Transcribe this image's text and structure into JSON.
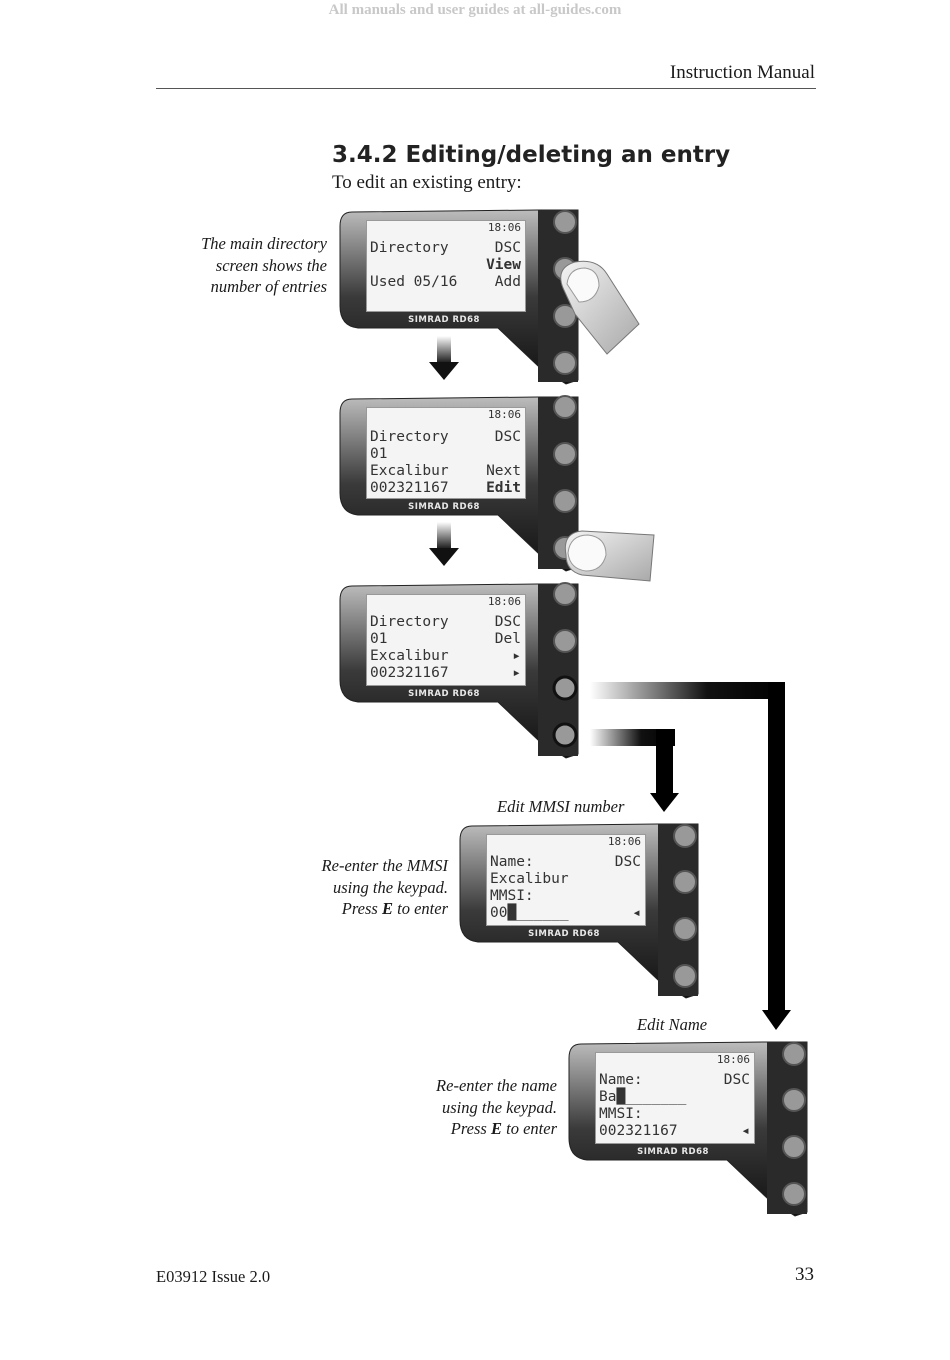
{
  "watermark": "All manuals and user guides at all-guides.com",
  "header": {
    "title": "Instruction Manual"
  },
  "section": {
    "heading": "3.4.2  Editing/deleting an entry",
    "intro": "To edit an existing entry:"
  },
  "captions": {
    "main_directory": [
      "The main directory",
      "screen shows the",
      "number of entries"
    ],
    "mmsi_label": "Edit MMSI number",
    "mmsi_caption": [
      "Re-enter the MMSI",
      "using the keypad."
    ],
    "mmsi_press": {
      "pre": "Press ",
      "key": "E",
      "post": " to enter"
    },
    "name_label": "Edit Name",
    "name_caption": [
      "Re-enter the name",
      "using the keypad."
    ],
    "name_press": {
      "pre": "Press ",
      "key": "E",
      "post": " to enter"
    }
  },
  "brand": "SIMRAD RD68",
  "screens": {
    "s1": {
      "time": "18:06",
      "rows": [
        {
          "l": "Directory",
          "r": "DSC"
        },
        {
          "l": "",
          "r": "View",
          "bold": true
        },
        {
          "l": "Used 05/16",
          "r": "Add"
        },
        {
          "l": "",
          "r": ""
        }
      ]
    },
    "s2": {
      "time": "18:06",
      "rows": [
        {
          "l": "Directory",
          "r": "DSC"
        },
        {
          "l": "01",
          "r": ""
        },
        {
          "l": "Excalibur",
          "r": "Next"
        },
        {
          "l": "002321167",
          "r": "Edit",
          "bold": true
        }
      ]
    },
    "s3": {
      "time": "18:06",
      "rows": [
        {
          "l": "Directory",
          "r": "DSC"
        },
        {
          "l": "01",
          "r": "Del"
        },
        {
          "l": "Excalibur",
          "r": "▸"
        },
        {
          "l": "002321167",
          "r": "▸"
        }
      ]
    },
    "s4": {
      "time": "18:06",
      "rows": [
        {
          "l": "Name:",
          "r": "DSC"
        },
        {
          "l": "Excalibur",
          "r": ""
        },
        {
          "l": "MMSI:",
          "r": ""
        },
        {
          "l": "00█______",
          "r": "◂"
        }
      ]
    },
    "s5": {
      "time": "18:06",
      "rows": [
        {
          "l": "Name:",
          "r": "DSC"
        },
        {
          "l": "Ba█_______",
          "r": ""
        },
        {
          "l": "MMSI:",
          "r": ""
        },
        {
          "l": "002321167",
          "r": "◂"
        }
      ]
    }
  },
  "footer": {
    "doc_id": "E03912  Issue 2.0",
    "page_number": "33"
  }
}
